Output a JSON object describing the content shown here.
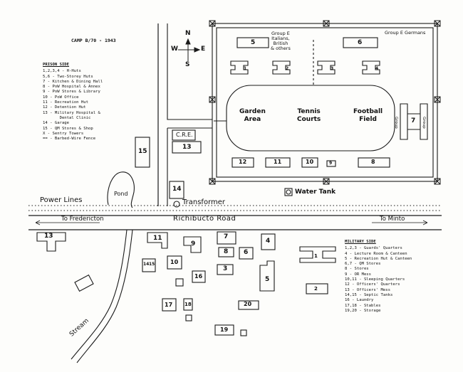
{
  "title": "CAMP B/70 - 1943",
  "compass": {
    "n": "N",
    "s": "S",
    "e": "E",
    "w": "W"
  },
  "prison_legend": {
    "heading": "PRISON SIDE",
    "items": [
      "1,2,3,4 - H-Huts",
      "5,6 - Two-Storey Huts",
      "7 - Kitchen & Dining Hall",
      "8 - PoW Hospital & Annex",
      "9 - PoW Stores & Library",
      "10 - PoW Office",
      "11 - Recreation Hut",
      "12 - Detention Hut",
      "13 - Military Hospital &",
      "       Dental Clinic",
      "14 - Garage",
      "15 - QM Stores & Shop",
      "X - Sentry Towers",
      "== - Barbed-Wire Fence"
    ]
  },
  "military_legend": {
    "heading": "MILITARY SIDE",
    "items": [
      "1,2,3 - Guards' Quarters",
      "4 - Lecture Room & Canteen",
      "5 - Recreation Hut & Canteen",
      "6,7 - QM Stores",
      "8 - Stores",
      "9 - OR Mess",
      "10,11 - Sleeping Quarters",
      "12 - Officers' Quarters",
      "13 - Officers' Mess",
      "14,15 - Septic Tanks",
      "16 - Laundry",
      "17,18 - Stables",
      "19,20 - Storage"
    ]
  },
  "prison_compound": {
    "group_e_italians": [
      "Group E",
      "Italians,",
      "British",
      "& others"
    ],
    "group_e_germans": "Group E Germans",
    "hut_5": "5",
    "hut_6": "6",
    "h_huts": [
      "1",
      "2",
      "3",
      "4"
    ],
    "garden": [
      "Garden",
      "Area"
    ],
    "tennis": [
      "Tennis",
      "Courts"
    ],
    "football": [
      "Football",
      "Field"
    ],
    "side_group_left": "Group",
    "side_group_right": "Group",
    "side_7": "7",
    "bottom_row": [
      "12",
      "11",
      "10",
      "9",
      "8"
    ]
  },
  "labels": {
    "cre": "C.R.E.",
    "building_13_prison": "13",
    "building_15": "15",
    "building_14": "14",
    "pond": "Pond",
    "water_tank": "Water Tank",
    "power_lines": "Power Lines",
    "transformer": "Transformer",
    "to_fredericton": "To Fredericton",
    "richibucto_road": "Richibucto Road",
    "to_minto": "To Minto",
    "stream": "Stream"
  },
  "military_buildings": {
    "b13": "13",
    "b11": "11",
    "b9": "9",
    "b7": "7",
    "b4": "4",
    "b8": "8",
    "b6": "6",
    "b14": "14",
    "b15": "15",
    "b10": "10",
    "b3": "3",
    "b16": "16",
    "b5": "5",
    "b1": "1",
    "b2": "2",
    "b17": "17",
    "b18": "18",
    "b20": "20",
    "b19": "19"
  }
}
